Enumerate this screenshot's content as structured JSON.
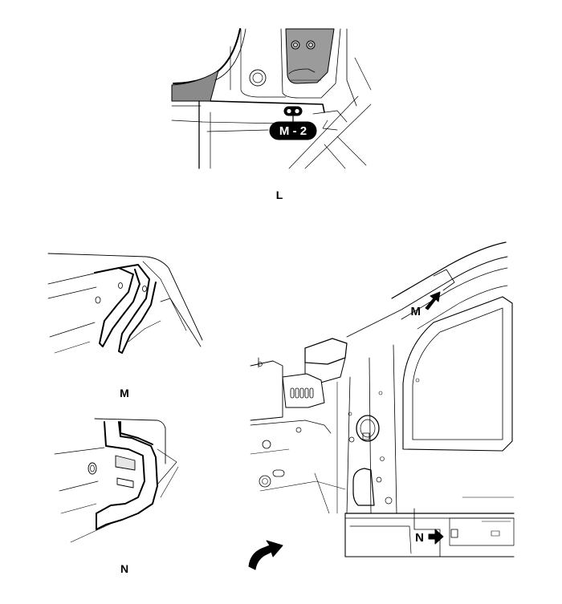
{
  "labels": {
    "view_l": "L",
    "view_m": "M",
    "view_n": "N",
    "callout": "M - 2",
    "arrow_m": "M",
    "arrow_n": "N"
  }
}
